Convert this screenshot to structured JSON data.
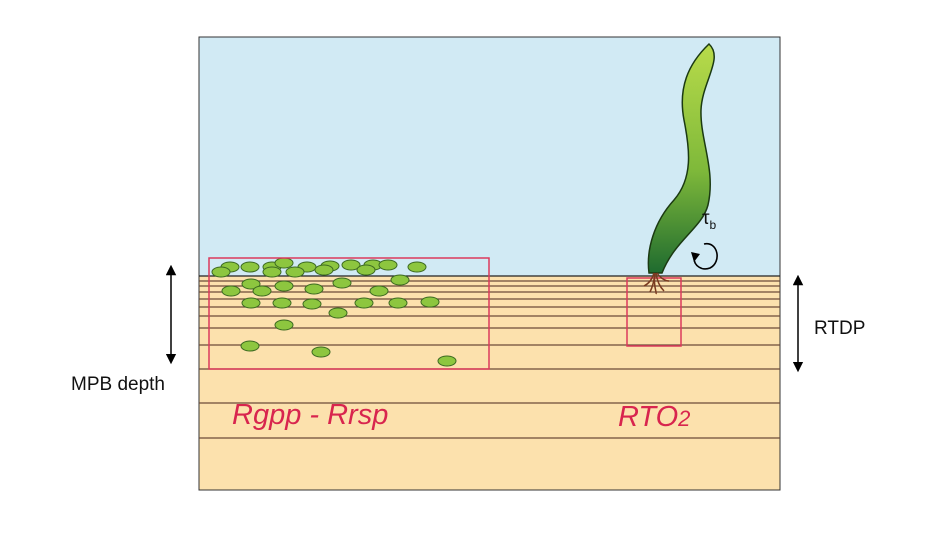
{
  "labels": {
    "mpb_depth": "MPB depth",
    "rtdp": "RTDP",
    "rgpp_rrsp": "Rgpp - Rrsp",
    "rto2_main": "RTO",
    "rto2_sub": "2",
    "tau_symbol": "τ",
    "tau_sub": "b"
  },
  "colors": {
    "water": "#d1eaf4",
    "sediment": "#fce1ad",
    "layer_line": "#6b4b3a",
    "highlight_box": "#dc3a5c",
    "label_red": "#d8254e",
    "mpb_cell": "#8dc63f",
    "mpb_outline": "#3d6b22",
    "seagrass_light": "#b8db4a",
    "seagrass_dark": "#1f6b2f",
    "roots": "#7a3b20"
  },
  "icons": [
    "seagrass-plant",
    "rotation-arrow-icon",
    "double-arrow-icon"
  ]
}
